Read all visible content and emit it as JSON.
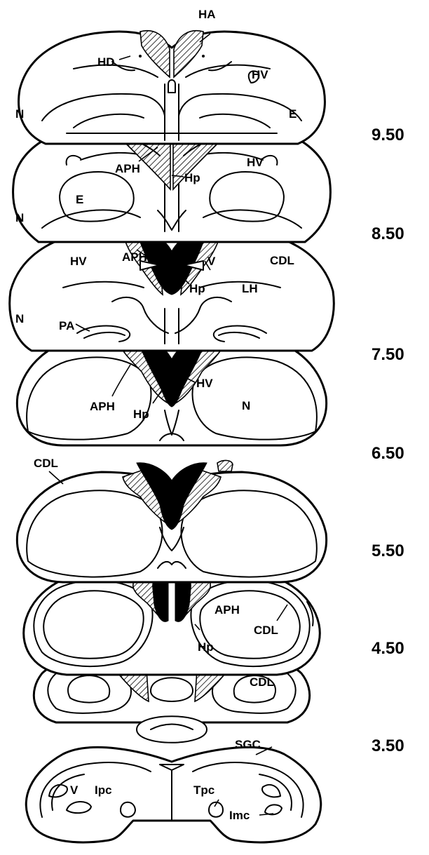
{
  "coordinates": [
    "9.50",
    "8.50",
    "7.50",
    "6.50",
    "5.50",
    "4.50",
    "3.50"
  ],
  "labels": {
    "s1": {
      "ha": "HA",
      "hd": "HD",
      "hv": "HV",
      "n": "N",
      "e": "E"
    },
    "s2": {
      "aph": "APH",
      "hp": "Hp",
      "hv": "HV",
      "e": "E",
      "n": "N"
    },
    "s3": {
      "hv": "HV",
      "aph": "APH",
      "v": "V",
      "cdl": "CDL",
      "hp": "Hp",
      "lh": "LH",
      "n": "N",
      "pa": "PA"
    },
    "s4": {
      "aph": "APH",
      "hv": "HV",
      "hp": "Hp",
      "n": "N"
    },
    "s5": {
      "cdl": "CDL"
    },
    "s6": {
      "aph": "APH",
      "cdl": "CDL",
      "hp": "Hp"
    },
    "s7": {
      "cdl": "CDL"
    },
    "s8": {
      "sgc": "SGC",
      "v": "V",
      "ipc": "Ipc",
      "tpc": "Tpc",
      "imc": "Imc"
    }
  },
  "colors": {
    "ink": "#000000",
    "paper": "#ffffff"
  }
}
